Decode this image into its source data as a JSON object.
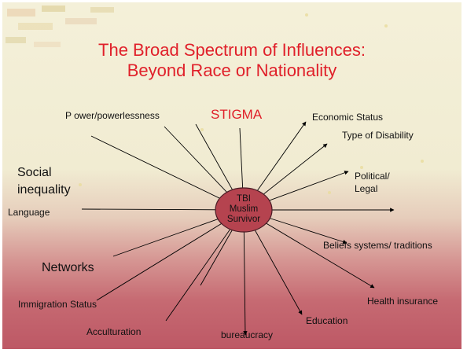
{
  "slide": {
    "title_line1": "The Broad Spectrum of Influences:",
    "title_line2": "Beyond Race or Nationality"
  },
  "diagram": {
    "center": {
      "line1": "TBI",
      "line2": "Muslim",
      "line3": "Survivor",
      "fill": "#b5434f"
    },
    "nodes": {
      "stigma": "STIGMA",
      "power": "P ower/powerlessness",
      "economic": "Economic Status",
      "disability": "Type of Disability",
      "political_1": "Political/",
      "political_2": "Legal",
      "social_1": "Social",
      "social_2": "inequality",
      "language": "Language",
      "beliefs": "Beliefs systems/  traditions",
      "networks": "Networks",
      "health": "Health insurance",
      "immigration": "Immigration Status",
      "education": "Education",
      "acculturation": "Acculturation",
      "bureaucracy": "bureaucracy"
    },
    "accent_color": "#e0202a"
  }
}
